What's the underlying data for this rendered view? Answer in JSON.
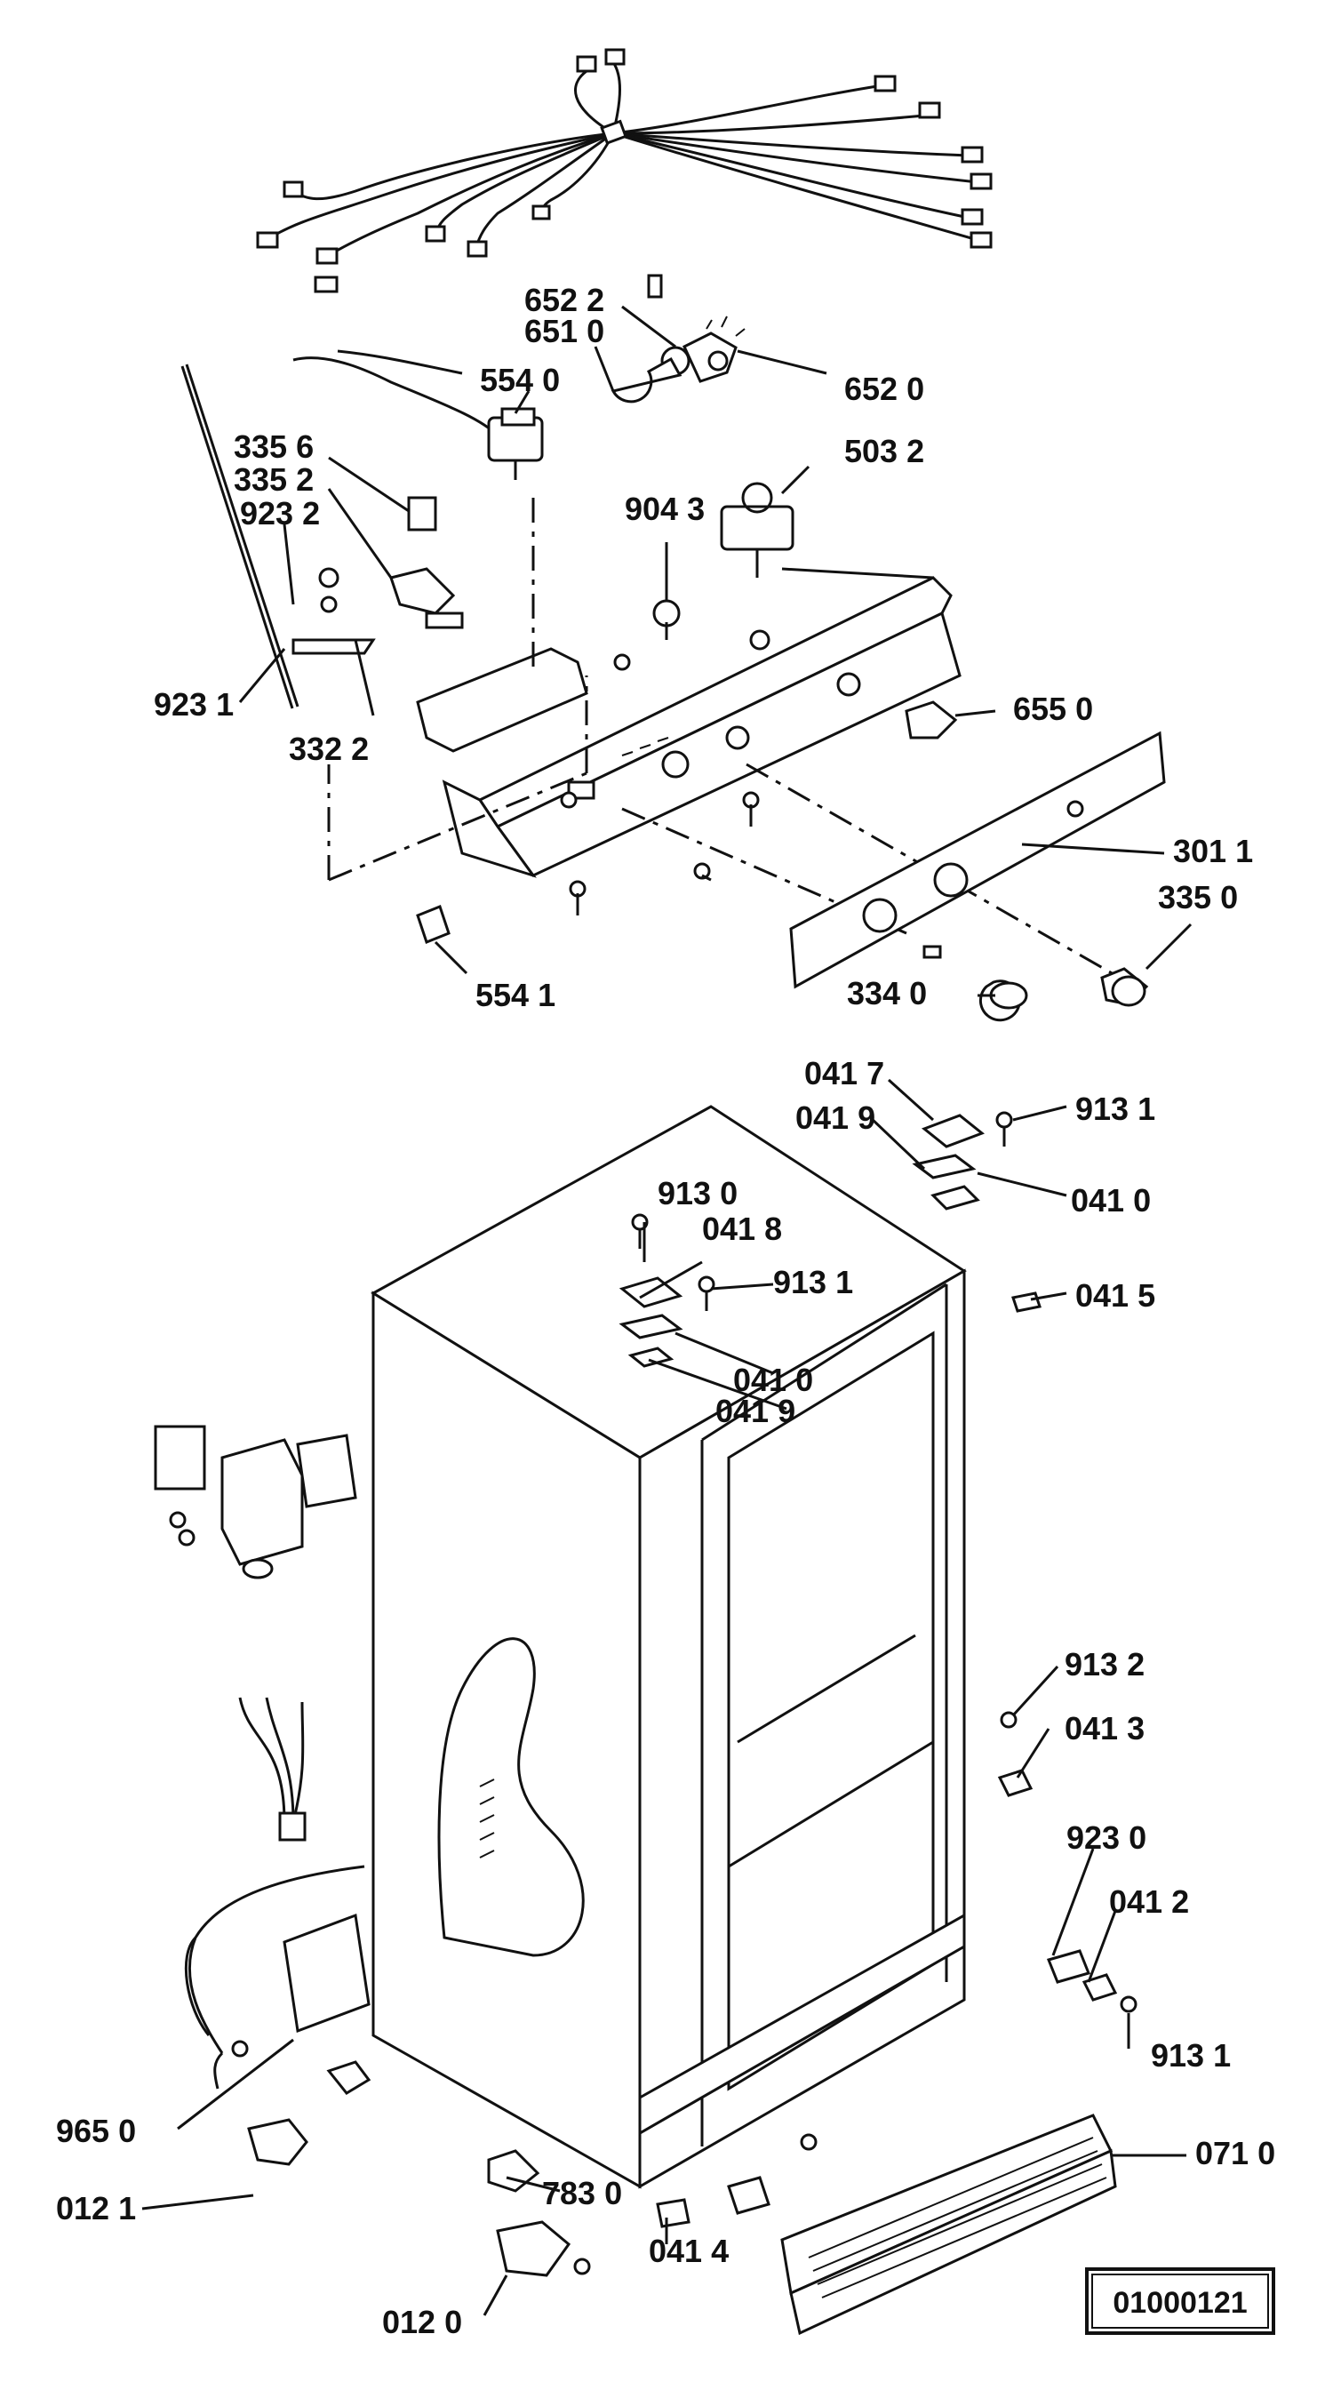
{
  "callouts": {
    "p6522": "652 2",
    "p6510": "651 0",
    "p6520": "652 0",
    "p5540": "554 0",
    "p3356": "335 6",
    "p3352": "335 2",
    "p9232": "923 2",
    "p5032": "503 2",
    "p9043": "904 3",
    "p9231": "923 1",
    "p3322": "332 2",
    "p6550": "655 0",
    "p3011": "301 1",
    "p3350": "335 0",
    "p5541": "554 1",
    "p3340": "334 0",
    "p0417": "041 7",
    "p0419a": "041 9",
    "p9131a": "913 1",
    "p0410a": "041 0",
    "p9130": "913 0",
    "p0418": "041 8",
    "p9131b": "913 1",
    "p0415": "041 5",
    "p0410b": "041 0",
    "p0419b": "041 9",
    "p9132": "913 2",
    "p0413": "041 3",
    "p9230": "923 0",
    "p0412": "041 2",
    "p9131c": "913 1",
    "p9650": "965 0",
    "p0710": "071 0",
    "p0121": "012 1",
    "p7830": "783 0",
    "p0414": "041 4",
    "p0120": "012 0"
  },
  "drawing_code": "01000121"
}
